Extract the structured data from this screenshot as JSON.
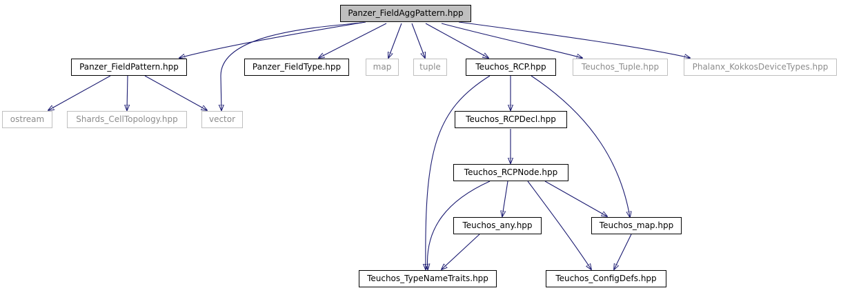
{
  "nodes": {
    "root": "Panzer_FieldAggPattern.hpp",
    "field_pattern": "Panzer_FieldPattern.hpp",
    "vector": "vector",
    "field_type": "Panzer_FieldType.hpp",
    "map": "map",
    "tuple": "tuple",
    "rcp": "Teuchos_RCP.hpp",
    "teuchos_tuple": "Teuchos_Tuple.hpp",
    "phalanx_kokkos": "Phalanx_KokkosDeviceTypes.hpp",
    "ostream": "ostream",
    "shards_cell": "Shards_CellTopology.hpp",
    "rcp_decl": "Teuchos_RCPDecl.hpp",
    "rcp_node": "Teuchos_RCPNode.hpp",
    "any": "Teuchos_any.hpp",
    "teuchos_map": "Teuchos_map.hpp",
    "type_name_traits": "Teuchos_TypeNameTraits.hpp",
    "config_defs": "Teuchos_ConfigDefs.hpp"
  },
  "colors": {
    "edge": "#191970",
    "root_fill": "#bfbfbf",
    "external_border": "#bfbfbf",
    "external_text": "#8c8c8c"
  }
}
